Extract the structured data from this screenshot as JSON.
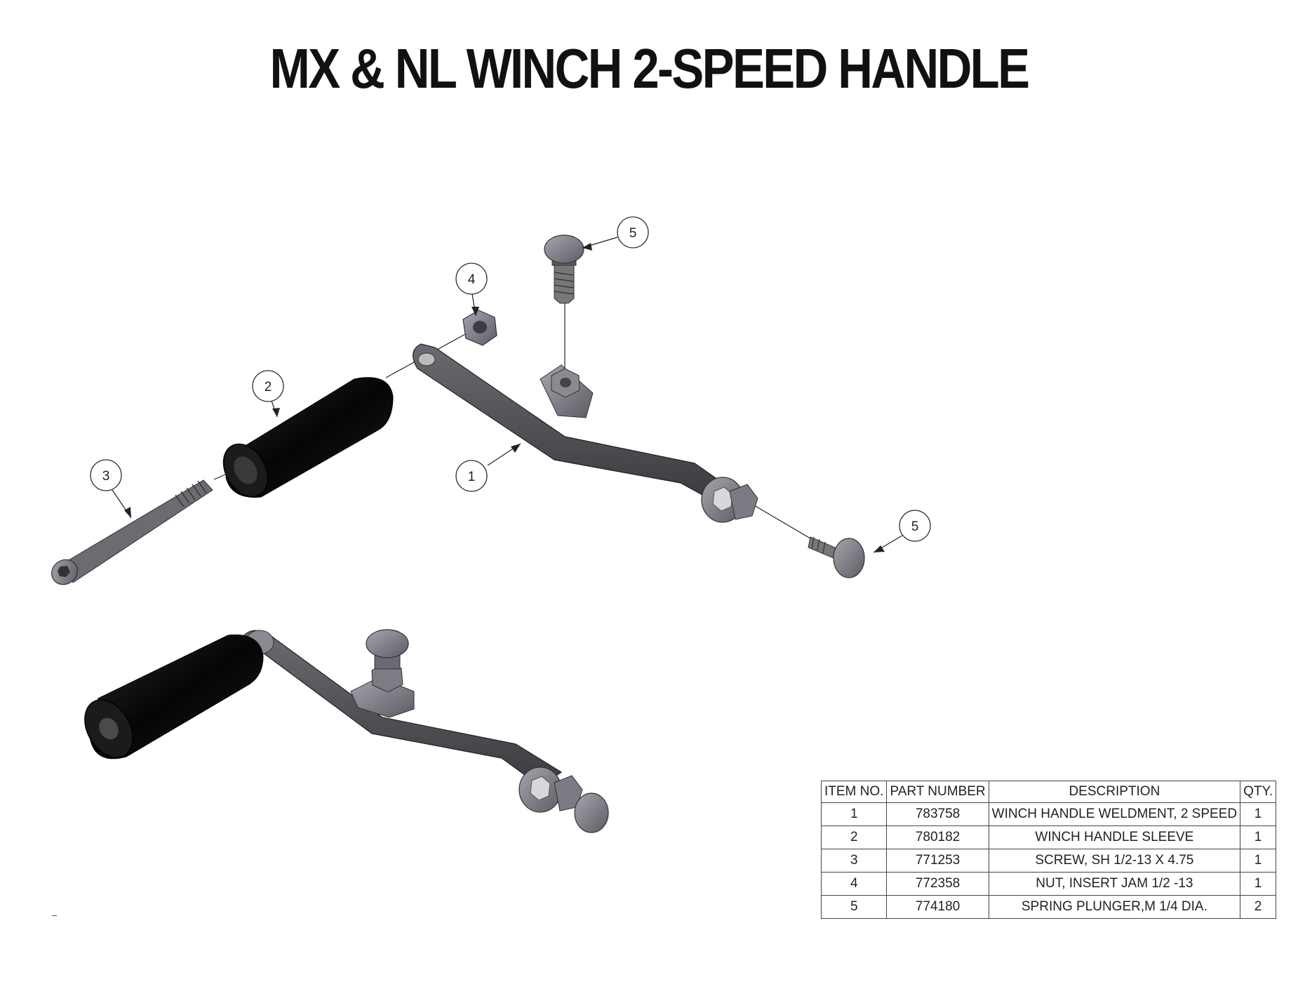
{
  "title": "MX & NL WINCH 2-SPEED HANDLE",
  "callouts": [
    {
      "label": "1"
    },
    {
      "label": "2"
    },
    {
      "label": "3"
    },
    {
      "label": "4"
    },
    {
      "label": "5"
    },
    {
      "label": "5"
    }
  ],
  "bom": {
    "headers": [
      "ITEM NO.",
      "PART NUMBER",
      "DESCRIPTION",
      "QTY."
    ],
    "rows": [
      [
        "1",
        "783758",
        "WINCH HANDLE WELDMENT, 2 SPEED",
        "1"
      ],
      [
        "2",
        "780182",
        "WINCH HANDLE SLEEVE",
        "1"
      ],
      [
        "3",
        "771253",
        "SCREW, SH 1/2-13 X 4.75",
        "1"
      ],
      [
        "4",
        "772358",
        "NUT, INSERT JAM 1/2 -13",
        "1"
      ],
      [
        "5",
        "774180",
        "SPRING PLUNGER,M 1/4 DIA.",
        "2"
      ]
    ]
  },
  "colors": {
    "arm": "#4a4a4f",
    "sleeve": "#0c0c0c",
    "hardware": "#7c7c84"
  }
}
